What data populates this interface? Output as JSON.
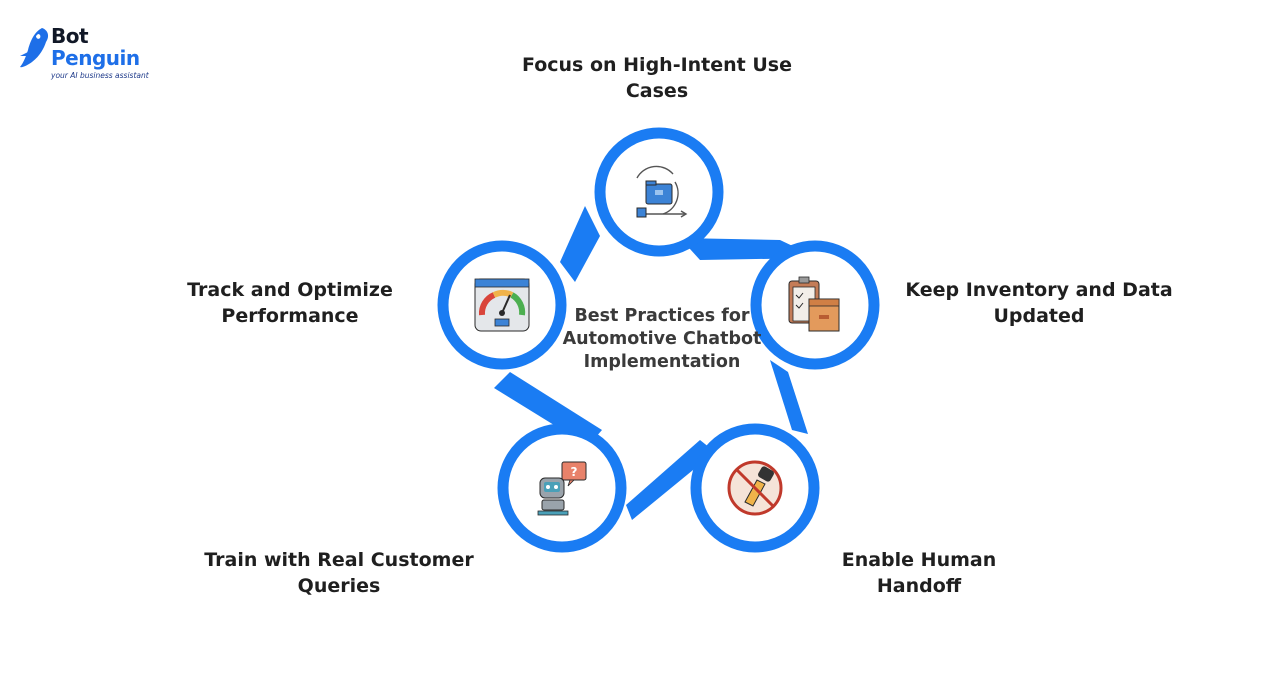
{
  "logo": {
    "name_line1": "Bot",
    "name_line2": "Penguin",
    "tagline": "your AI business assistant"
  },
  "center_title": "Best Practices for Automotive Chatbot Implementation",
  "steps": [
    {
      "label": "Focus on High-Intent Use Cases",
      "icon": "folder-cycle-icon"
    },
    {
      "label": "Keep Inventory and Data Updated",
      "icon": "clipboard-boxes-icon"
    },
    {
      "label": "Enable Human Handoff",
      "icon": "no-hand-icon"
    },
    {
      "label": "Train with Real Customer Queries",
      "icon": "robot-question-icon"
    },
    {
      "label": "Track and Optimize Performance",
      "icon": "speedometer-icon"
    }
  ],
  "colors": {
    "ring": "#1a7cf3",
    "brand": "#1e6fe8",
    "text": "#1f1f1f"
  }
}
